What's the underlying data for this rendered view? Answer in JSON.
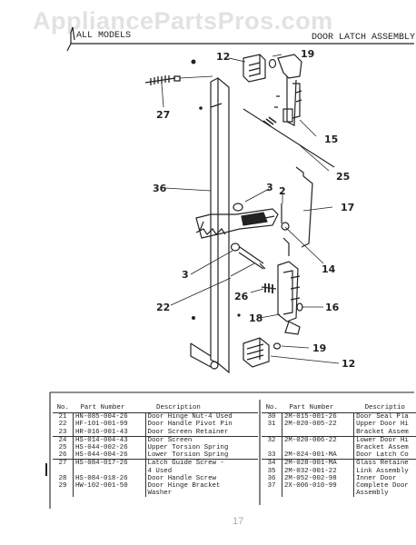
{
  "watermark": "AppliancePartsPros.com",
  "header": {
    "left": "ALL MODELS",
    "right": "DOOR LATCH ASSEMBLY"
  },
  "callouts": {
    "c12a": "12",
    "c19a": "19",
    "c27": "27",
    "c15": "15",
    "c25": "25",
    "c36": "36",
    "c3a": "3",
    "c2": "2",
    "c17": "17",
    "c14": "14",
    "c3b": "3",
    "c22": "22",
    "c26": "26",
    "c16": "16",
    "c18": "18",
    "c19b": "19",
    "c12b": "12"
  },
  "table_left": {
    "headers": {
      "no": "No.",
      "part": "Part Number",
      "desc": "Description"
    },
    "rows": [
      {
        "no": "21",
        "part": "HN-085-004-26",
        "desc": "Door Hinge Nut-4 Used",
        "sep": false
      },
      {
        "no": "22",
        "part": "HF-101-001-99",
        "desc": "Door Handle Pivot Pin",
        "sep": false
      },
      {
        "no": "23",
        "part": "HR-016-001-43",
        "desc": "Door Screen Retainer",
        "sep": false
      },
      {
        "no": "24",
        "part": "HS-014-004-43",
        "desc": "Door Screen",
        "sep": true
      },
      {
        "no": "25",
        "part": "HS-044-002-26",
        "desc": "Upper Torsion Spring",
        "sep": false
      },
      {
        "no": "26",
        "part": "HS-044-004-26",
        "desc": "Lower Torsion Spring",
        "sep": false
      },
      {
        "no": "27",
        "part": "HS-084-017-26",
        "desc": "Latch Guide Screw -",
        "sep": true
      },
      {
        "no": "",
        "part": "",
        "desc": "4 Used",
        "sep": false
      },
      {
        "no": "28",
        "part": "HS-084-018-26",
        "desc": "Door Handle Screw",
        "sep": false
      },
      {
        "no": "29",
        "part": "HW-102-001-50",
        "desc": "Door Hinge Bracket",
        "sep": false
      },
      {
        "no": "",
        "part": "",
        "desc": "Washer",
        "sep": false
      }
    ]
  },
  "table_right": {
    "headers": {
      "no": "No.",
      "part": "Part Number",
      "desc": "Descriptio"
    },
    "rows": [
      {
        "no": "30",
        "part": "2M-015-001-26",
        "desc": "Door Seal Pla",
        "sep": false
      },
      {
        "no": "31",
        "part": "2M-020-005-22",
        "desc": "Upper Door Hi",
        "sep": false
      },
      {
        "no": "",
        "part": "",
        "desc": "Bracket Assem",
        "sep": false
      },
      {
        "no": "32",
        "part": "2M-020-006-22",
        "desc": "Lower Door Hi",
        "sep": true
      },
      {
        "no": "",
        "part": "",
        "desc": "Bracket Assem",
        "sep": false
      },
      {
        "no": "33",
        "part": "2M-024-001-MA",
        "desc": "Door Latch Co",
        "sep": false
      },
      {
        "no": "34",
        "part": "2M-028-001-MA",
        "desc": "Glass Retaine",
        "sep": true
      },
      {
        "no": "35",
        "part": "2M-032-001-22",
        "desc": "Link Assembly",
        "sep": false
      },
      {
        "no": "36",
        "part": "2M-052-002-98",
        "desc": "Inner Door",
        "sep": false
      },
      {
        "no": "37",
        "part": "2X-006-010-99",
        "desc": "Complete Door",
        "sep": false
      },
      {
        "no": "",
        "part": "",
        "desc": "Assembly",
        "sep": false
      }
    ]
  },
  "page_number": "17"
}
